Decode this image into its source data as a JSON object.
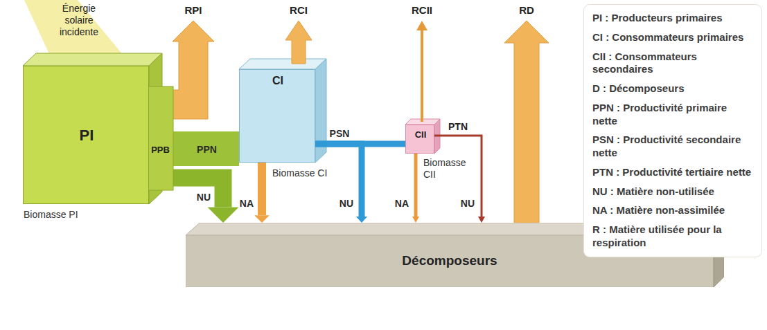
{
  "diagram": {
    "nodes": [
      {
        "text": [
          "PI",
          "Biomasse PI"
        ]
      },
      {
        "text": [
          "CI",
          "Biomasse CI"
        ]
      },
      {
        "text": [
          "CII",
          "Biomasse CII"
        ]
      },
      {
        "text": [
          "Décomposeurs"
        ]
      }
    ],
    "edges": [
      {
        "from": 0,
        "to": 1,
        "arrow": "none",
        "label": "PPN"
      },
      {
        "from": 0,
        "to": 3,
        "arrow": "to",
        "label": "NU"
      },
      {
        "from": 1,
        "to": 3,
        "arrow": "to",
        "label": "NA"
      },
      {
        "from": 1,
        "to": 2,
        "arrow": "none",
        "label": "PSN"
      },
      {
        "from": 1,
        "to": 3,
        "arrow": "to",
        "label": "NU"
      },
      {
        "from": 2,
        "to": 3,
        "arrow": "to",
        "label": "NA"
      },
      {
        "from": 2,
        "to": 3,
        "arrow": "to",
        "label": "NU"
      }
    ],
    "labels": [
      "Énergie solaire incidente",
      "RPI",
      "RCI",
      "RCII",
      "RD",
      "PPB",
      "PTN"
    ],
    "legend": [
      {
        "text": "PI : Producteurs primaires"
      },
      {
        "text": "CI : Consommateurs primaires"
      },
      {
        "text": "CII : Consommateurs secondaires"
      },
      {
        "text": "D : Décomposeurs"
      },
      {
        "text": "PPN : Productivité primaire nette"
      },
      {
        "text": "PSN : Productivité secondaire nette"
      },
      {
        "text": "PTN : Productivité tertiaire nette"
      },
      {
        "text": "NU : Matière non-utilisée"
      },
      {
        "text": "NA : Matière non-assimilée"
      },
      {
        "text": "R : Matière utilisée pour la respiration"
      }
    ]
  }
}
